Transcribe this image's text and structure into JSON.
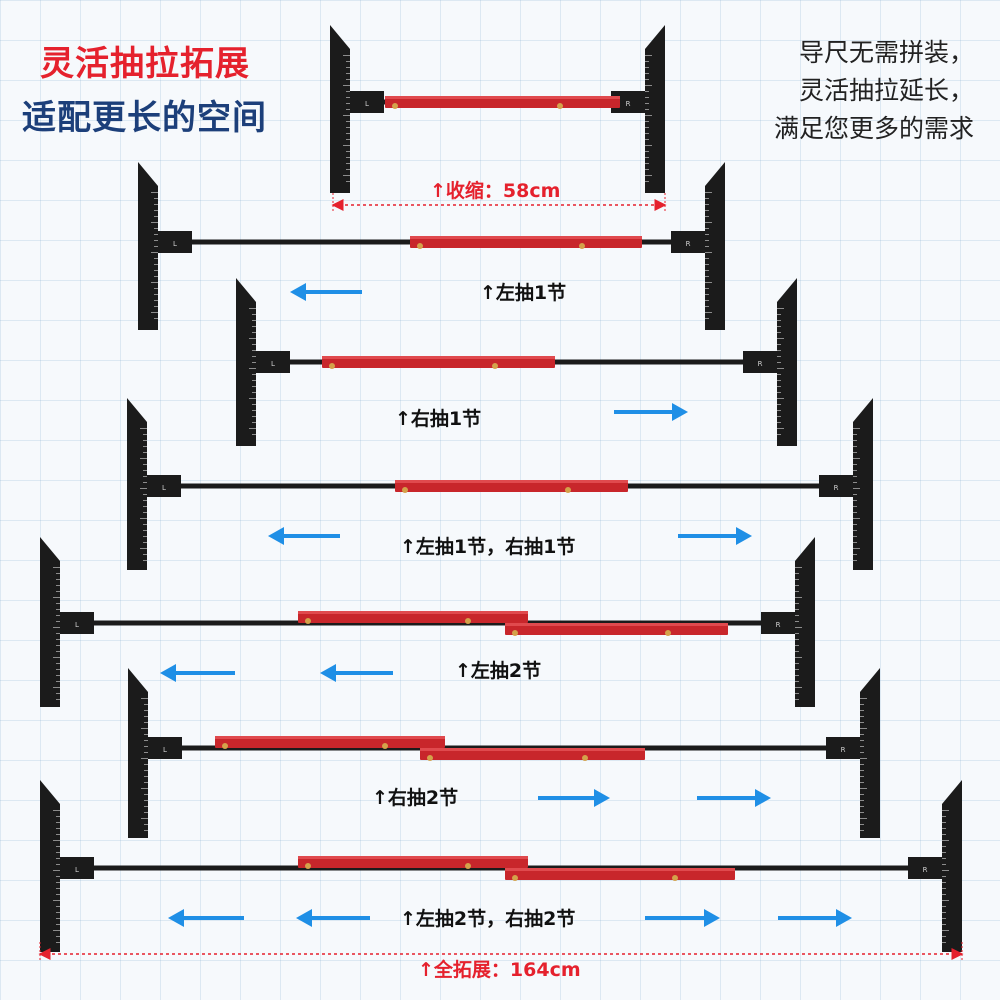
{
  "headline": {
    "line1": "灵活抽拉拓展",
    "line2": "适配更长的空间"
  },
  "note": {
    "lines": [
      "导尺无需拼装，",
      "灵活抽拉延长，",
      "满足您更多的需求"
    ]
  },
  "configs": [
    {
      "caption": "↑收缩：58cm",
      "dimension_cm": 58
    },
    {
      "caption": "↑左抽1节"
    },
    {
      "caption": "↑右抽1节"
    },
    {
      "caption": "↑左抽1节，右抽1节"
    },
    {
      "caption": "↑左抽2节"
    },
    {
      "caption": "↑右抽2节"
    },
    {
      "caption": "↑左抽2节，右抽2节"
    },
    {
      "caption": "↑全拓展：164cm",
      "dimension_cm": 164
    }
  ],
  "ruler_marks": {
    "left": "L",
    "right": "R"
  },
  "colors": {
    "rail_red": "#c8262b",
    "rail_dark": "#1b1b1b",
    "arrow_blue": "#1f8fe6",
    "headline_red": "#e5212d",
    "headline_blue": "#1c3f7a",
    "dimension_red": "#e5212d"
  }
}
